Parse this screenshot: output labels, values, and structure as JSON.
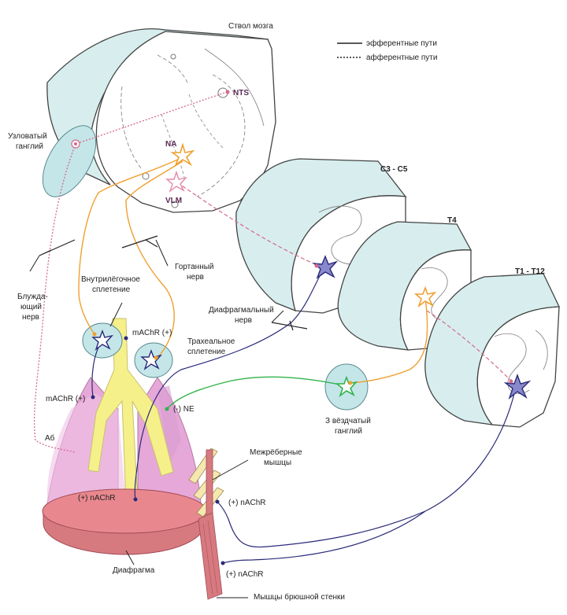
{
  "labels": {
    "brainstem": "Ствол мозга",
    "nodose_ganglion_1": "Узловатый",
    "nodose_ganglion_2": "ганглий",
    "nts": "NTS",
    "na": "NA",
    "vlm": "VLM",
    "c3_c5": "C3 - C5",
    "t4": "T4",
    "t1_t12": "T1 - T12",
    "intrapulmonary_1": "Внутрилёгочное",
    "intrapulmonary_2": "сплетение",
    "laryngeal_1": "Гортанный",
    "laryngeal_2": "нерв",
    "vagus_1": "Блужда-",
    "vagus_2": "ющий",
    "vagus_3": "нерв",
    "phrenic_1": "Диафрагмальный",
    "phrenic_2": "нерв",
    "machr_top": "mAChR (+)",
    "tracheal_1": "Трахеальное",
    "tracheal_2": "сплетение",
    "machr_left": "mAChR (+)",
    "ne": "(-) NE",
    "stellate_1": "З вёздчатый",
    "stellate_2": "ганглий",
    "a_delta": "Aб",
    "intercostal_1": "Межрёберные",
    "intercostal_2": "мышцы",
    "nachr_1": "(+) nAChR",
    "nachr_2": "(+) nAChR",
    "nachr_3": "(+) nAChR",
    "diaphragm": "Диафрагма",
    "abdominal": "Мышцы брюшной стенки"
  },
  "legend": {
    "efferent": "эфферентные пути",
    "afferent": "афферентные пути"
  },
  "colors": {
    "slab": "#d8eeee",
    "slab_stroke": "#444444",
    "orange": "#f0a030",
    "green": "#2fb34a",
    "navy": "#2a2a7a",
    "pink_dot": "#d66a8a",
    "lung": "#e6a8d8",
    "trachea": "#f5f08a",
    "diaphragm": "#e07a7e",
    "muscle": "#d77a80"
  }
}
